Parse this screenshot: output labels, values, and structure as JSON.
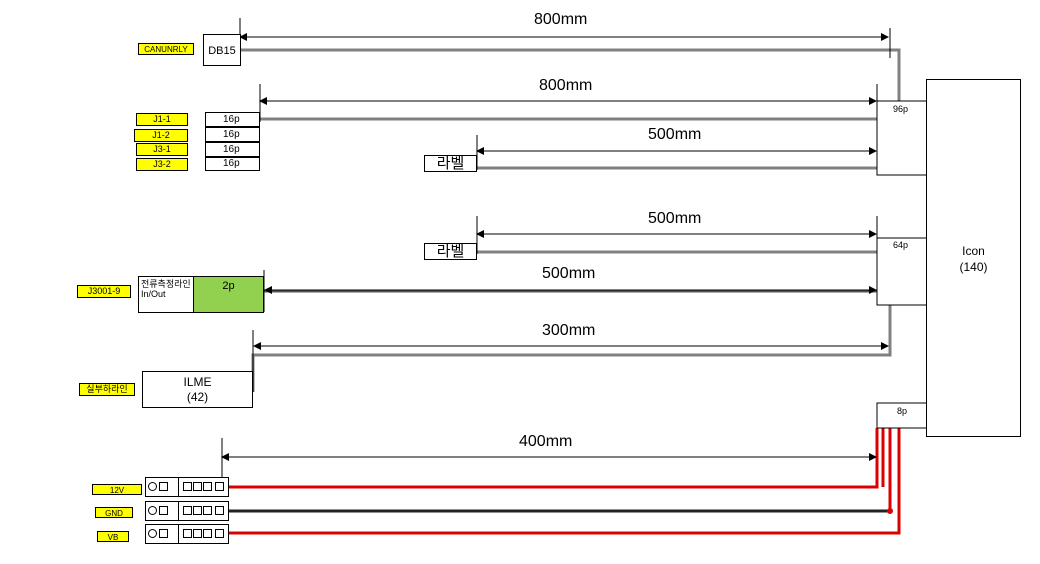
{
  "labels": {
    "canunrly": "CANUNRLY",
    "j1_1": "J1-1",
    "j1_2": "J1-2",
    "j3_1": "J3-1",
    "j3_2": "J3-2",
    "j3001_9": "J3001-9",
    "silbu": "실부하라인",
    "v12": "12V",
    "gnd": "GND",
    "vb": "VB"
  },
  "connectors": {
    "db15": "DB15",
    "p16": "16p",
    "label_tag": "라벨",
    "current_line_1": "전류측정라인",
    "current_line_2": "In/Out",
    "p2": "2p",
    "ilme_1": "ILME",
    "ilme_2": "(42)",
    "icon_1": "Icon",
    "icon_2": "(140)",
    "pin96": "96p",
    "pin64": "64p",
    "pin8": "8p"
  },
  "dimensions": {
    "d1": "800mm",
    "d2": "800mm",
    "d3": "500mm",
    "d4": "500mm",
    "d5": "500mm",
    "d6": "300mm",
    "d7": "400mm"
  },
  "colors": {
    "cable_gray": "#808080",
    "wire_red": "#dd0000",
    "wire_black": "#222222",
    "label_yellow": "#ffff00",
    "connector_green": "#92d050"
  }
}
